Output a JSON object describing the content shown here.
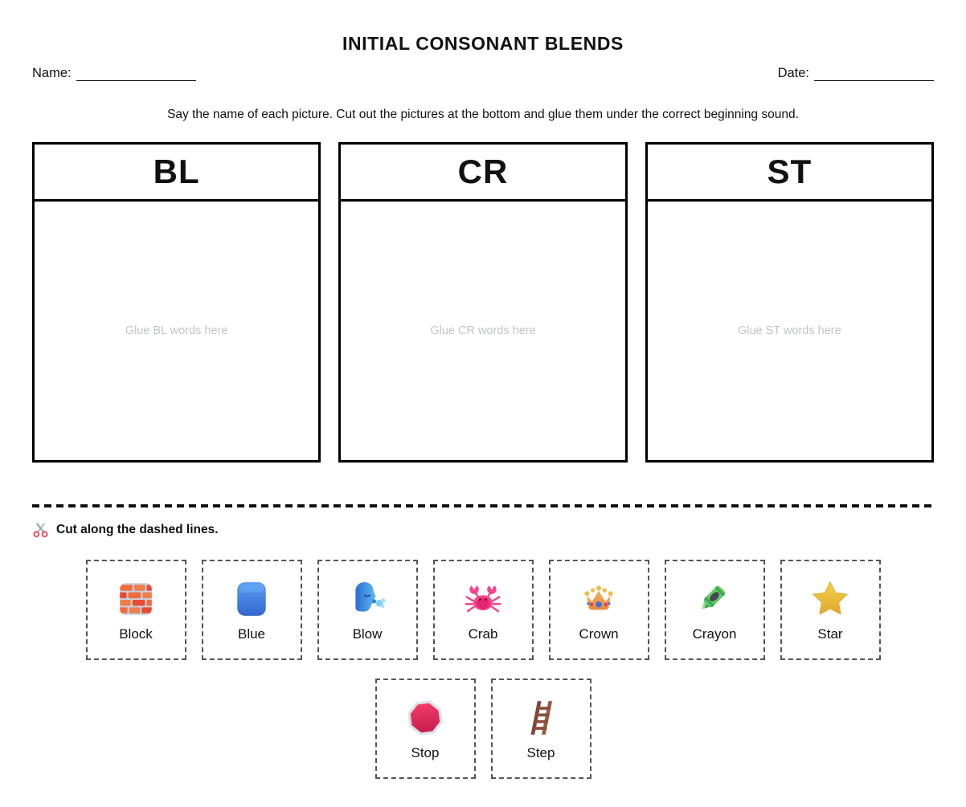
{
  "page": {
    "title": "INITIAL CONSONANT BLENDS",
    "name_label": "Name:",
    "date_label": "Date:",
    "instructions": "Say the name of each picture. Cut out the pictures at the bottom and glue them under the correct beginning sound.",
    "cut_instruction": "Cut along the dashed lines."
  },
  "sort_boxes": [
    {
      "blend": "BL",
      "placeholder": "Glue BL words here"
    },
    {
      "blend": "CR",
      "placeholder": "Glue CR words here"
    },
    {
      "blend": "ST",
      "placeholder": "Glue ST words here"
    }
  ],
  "cards": {
    "row1": [
      {
        "label": "Block",
        "icon": "brick-icon"
      },
      {
        "label": "Blue",
        "icon": "blue-square-icon"
      },
      {
        "label": "Blow",
        "icon": "blowing-face-icon"
      },
      {
        "label": "Crab",
        "icon": "crab-icon"
      },
      {
        "label": "Crown",
        "icon": "crown-icon"
      },
      {
        "label": "Crayon",
        "icon": "crayon-icon"
      },
      {
        "label": "Star",
        "icon": "star-icon"
      }
    ],
    "row2": [
      {
        "label": "Stop",
        "icon": "stop-sign-icon"
      },
      {
        "label": "Step",
        "icon": "ladder-icon"
      }
    ]
  },
  "icons": {
    "header_icon": "scissors-icon"
  },
  "colors": {
    "text": "#111111",
    "box_border": "#000000",
    "card_dash_border": "#555555",
    "placeholder_gray": "#c2c4cc",
    "scissors_red": "#e8566e",
    "brick_orange": "#f26a3c",
    "blue_square": "#3b78dd",
    "crab_pink": "#f53b82",
    "crown_gold": "#f0a34c",
    "crayon_green": "#62cc66",
    "star_gold": "#f2c73c",
    "stop_red": "#e2214f",
    "ladder_brown": "#8a4f38"
  }
}
